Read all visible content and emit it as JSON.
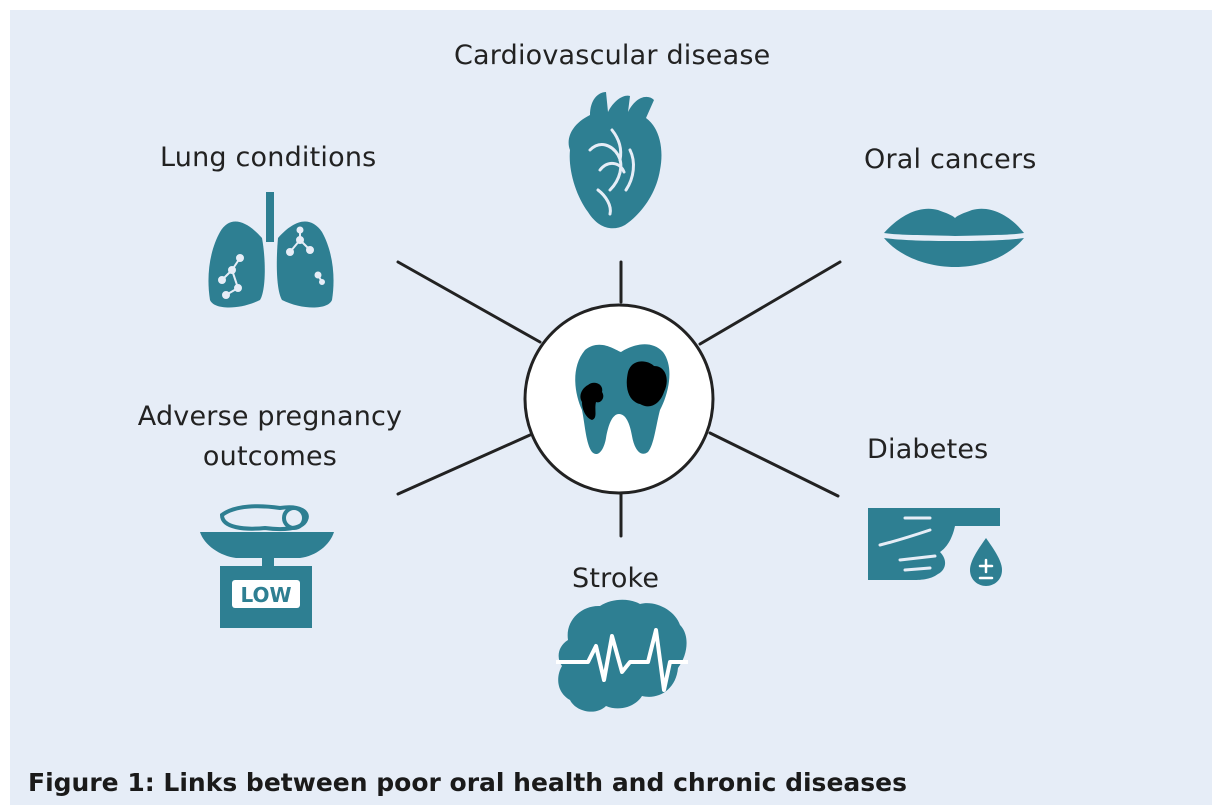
{
  "center": {
    "name": "decayed-tooth"
  },
  "conditions": [
    {
      "id": "cardiovascular",
      "label": "Cardiovascular disease",
      "icon": "heart-icon"
    },
    {
      "id": "oral-cancers",
      "label": "Oral cancers",
      "icon": "lips-icon"
    },
    {
      "id": "diabetes",
      "label": "Diabetes",
      "icon": "glucose-finger-icon"
    },
    {
      "id": "stroke",
      "label": "Stroke",
      "icon": "brain-pulse-icon"
    },
    {
      "id": "pregnancy",
      "label_line1": "Adverse pregnancy",
      "label_line2": "outcomes",
      "icon": "baby-scale-icon",
      "scale_text": "LOW"
    },
    {
      "id": "lung",
      "label": "Lung conditions",
      "icon": "lungs-icon"
    }
  ],
  "caption": "Figure 1: Links between poor oral health and chronic diseases",
  "colors": {
    "icon": "#2e7f92",
    "background": "#e6edf7",
    "line": "#222222",
    "decay": "#000000"
  }
}
